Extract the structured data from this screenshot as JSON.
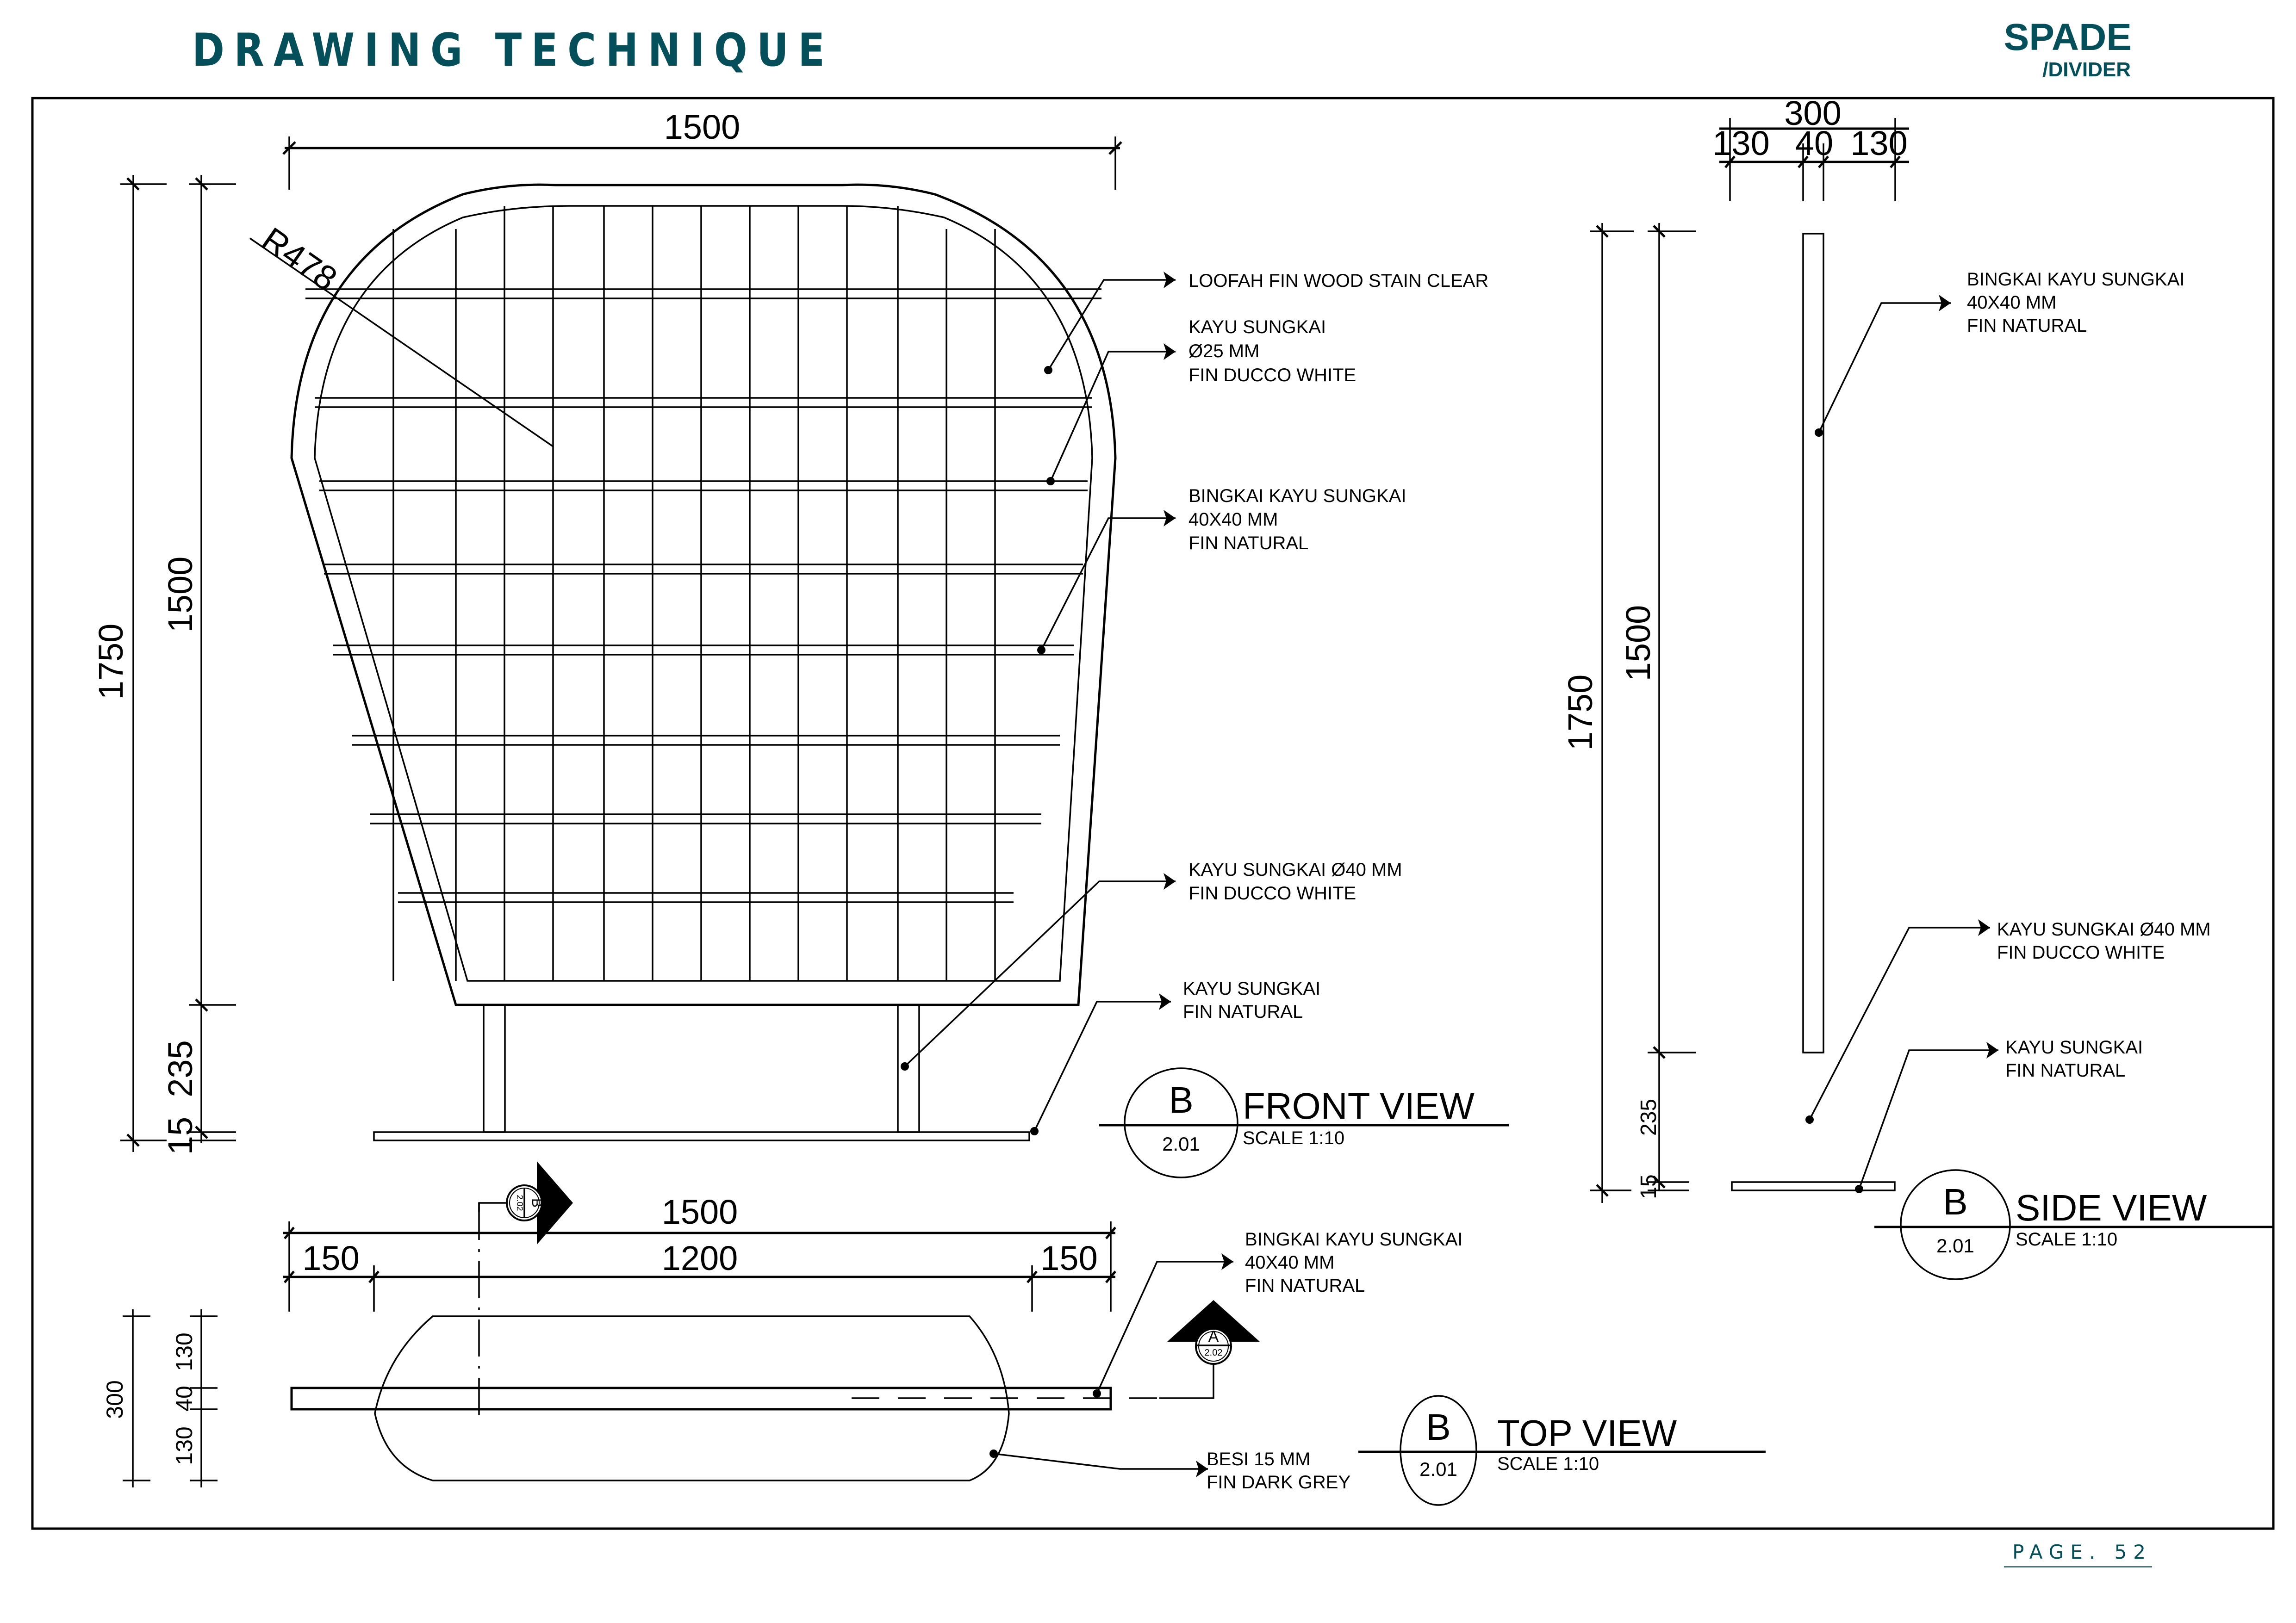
{
  "header": {
    "title": "DRAWING TECHNIQUE",
    "brand": "SPADE",
    "subtitle": "/DIVIDER"
  },
  "footer": {
    "page_label": "PAGE. 52"
  },
  "colors": {
    "brand": "#054f5a",
    "line": "#000000"
  },
  "front_view": {
    "title": "FRONT  VIEW",
    "scale": "SCALE 1:10",
    "tag_letter": "B",
    "tag_sheet": "2.01",
    "dimensions": {
      "width_top": "1500",
      "radius": "R478",
      "total_height": "1750",
      "panel_height": "1500",
      "leg_height": "235",
      "base_thickness": "15"
    },
    "notes": [
      {
        "lines": [
          "LOOFAH FIN WOOD STAIN CLEAR"
        ]
      },
      {
        "lines": [
          "KAYU SUNGKAI",
          "Ø25 MM",
          "FIN DUCCO WHITE"
        ]
      },
      {
        "lines": [
          "BINGKAI KAYU SUNGKAI",
          "40X40 MM",
          "FIN NATURAL"
        ]
      },
      {
        "lines": [
          "KAYU SUNGKAI Ø40 MM",
          "FIN DUCCO WHITE"
        ]
      },
      {
        "lines": [
          "KAYU SUNGKAI",
          "FIN NATURAL"
        ]
      }
    ]
  },
  "side_view": {
    "title": "SIDE  VIEW",
    "scale": "SCALE 1:10",
    "tag_letter": "B",
    "tag_sheet": "2.01",
    "dimensions": {
      "depth_total": "300",
      "depth_left": "130",
      "depth_mid": "40",
      "depth_right": "130",
      "total_height": "1750",
      "panel_height": "1500",
      "leg_height": "235",
      "base_thickness": "15"
    },
    "notes": [
      {
        "lines": [
          "BINGKAI KAYU SUNGKAI",
          "40X40 MM",
          "FIN NATURAL"
        ]
      },
      {
        "lines": [
          "KAYU SUNGKAI Ø40 MM",
          "FIN DUCCO WHITE"
        ]
      },
      {
        "lines": [
          "KAYU SUNGKAI",
          "FIN NATURAL"
        ]
      }
    ]
  },
  "top_view": {
    "title": "TOP  VIEW",
    "scale": "SCALE 1:10",
    "tag_letter": "B",
    "tag_sheet": "2.01",
    "dimensions": {
      "width_total": "1500",
      "width_left": "150",
      "width_mid": "1200",
      "width_right": "150",
      "depth_total": "300",
      "depth_top": "130",
      "depth_mid": "40",
      "depth_bottom": "130"
    },
    "section_marks": [
      {
        "letter": "B",
        "sheet": "2.02"
      },
      {
        "letter": "A",
        "sheet": "2.02"
      }
    ],
    "notes": [
      {
        "lines": [
          "BINGKAI KAYU SUNGKAI",
          "40X40 MM",
          "FIN NATURAL"
        ]
      },
      {
        "lines": [
          "BESI 15 MM",
          "FIN DARK GREY"
        ]
      }
    ]
  }
}
